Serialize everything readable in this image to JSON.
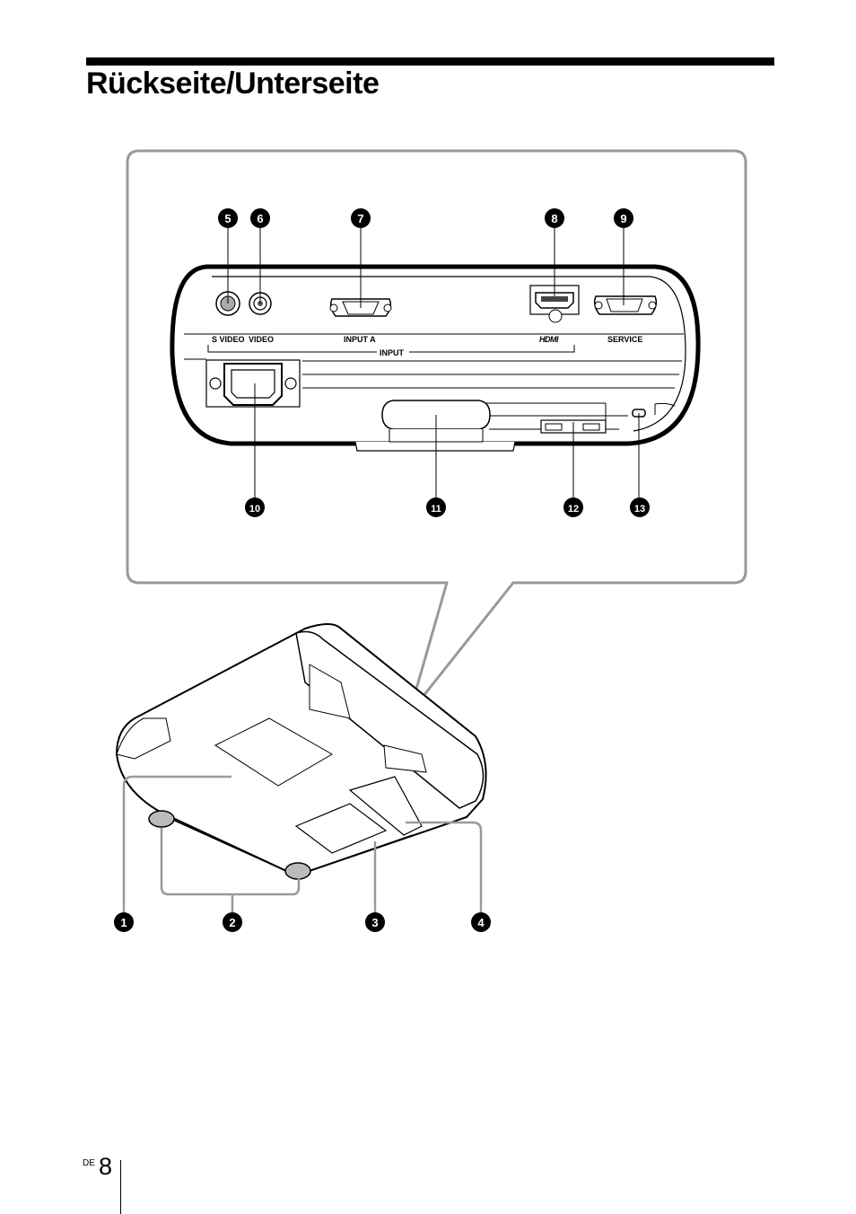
{
  "page": {
    "title": "Rückseite/Unterseite",
    "lang_code": "DE",
    "page_number": "8"
  },
  "rear_panel": {
    "port_labels": {
      "s_video": "S VIDEO",
      "video": "VIDEO",
      "input_a": "INPUT A",
      "input_group": "INPUT",
      "hdmi": "HDMI",
      "service": "SERVICE"
    }
  },
  "callouts": {
    "c1": "1",
    "c2": "2",
    "c3": "3",
    "c4": "4",
    "c5": "5",
    "c6": "6",
    "c7": "7",
    "c8": "8",
    "c9": "9",
    "c10": "10",
    "c11": "11",
    "c12": "12",
    "c13": "13"
  }
}
